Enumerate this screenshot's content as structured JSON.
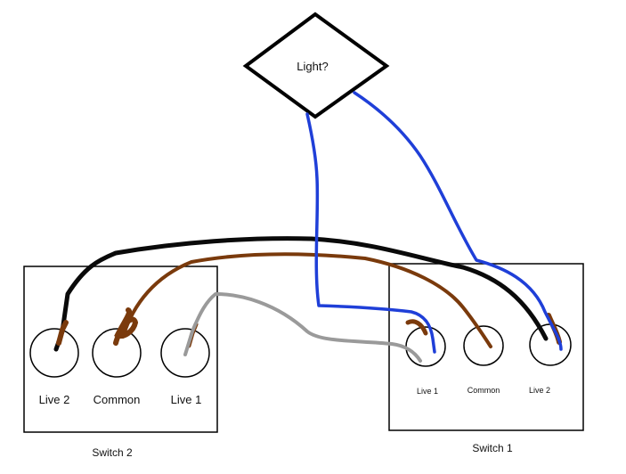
{
  "light": {
    "label": "Light?"
  },
  "switch2": {
    "caption": "Switch 2",
    "terminals": [
      "Live 2",
      "Common",
      "Live 1"
    ]
  },
  "switch1": {
    "caption": "Switch 1",
    "terminals": [
      "Live 1",
      "Common",
      "Live 2"
    ]
  },
  "wire_colors": {
    "black": "#0a0a0a",
    "brown": "#7a3a0c",
    "grey": "#9a9a9a",
    "blue": "#1f3fd8"
  }
}
